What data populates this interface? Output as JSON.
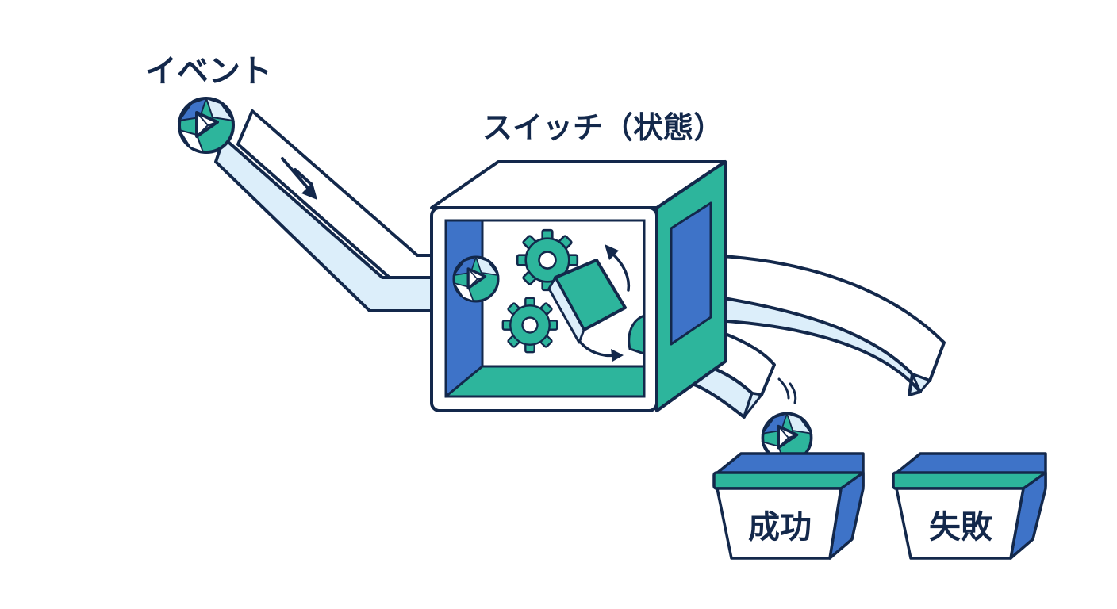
{
  "labels": {
    "event": "イベント",
    "switch": "スイッチ（状態）",
    "success": "成功",
    "failure": "失敗"
  },
  "colors": {
    "outline": "#13284b",
    "teal": "#2db59c",
    "blue": "#3e73c8",
    "pale_blue": "#dceefa",
    "white": "#ffffff"
  },
  "icons": {
    "event_token": "faceted-ball-icon",
    "mechanism": "gear-icon",
    "direction": "arrow-icon"
  }
}
